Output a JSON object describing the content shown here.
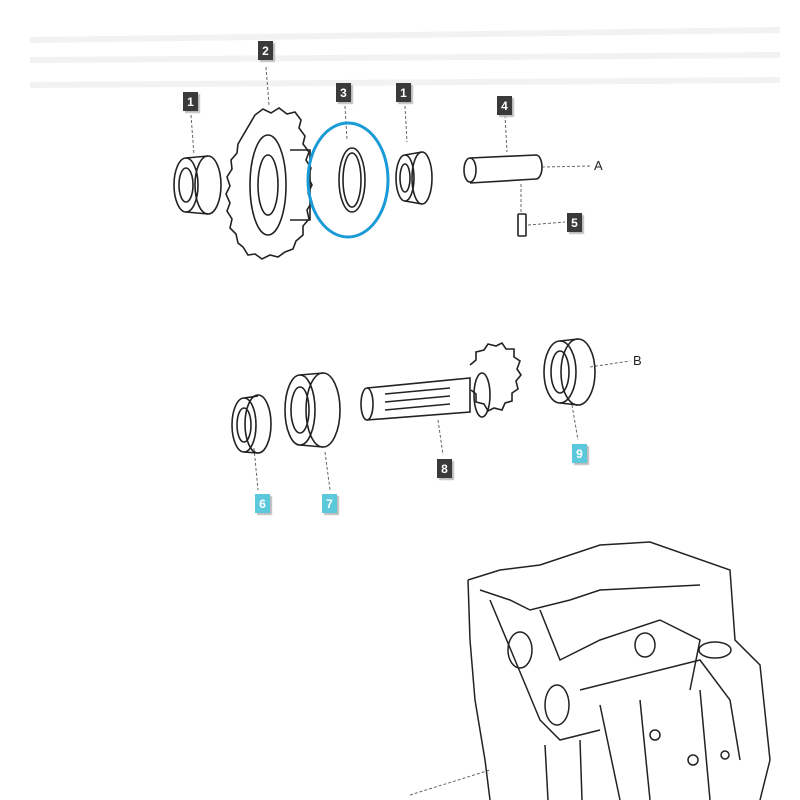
{
  "diagram": {
    "type": "exploded-parts-diagram",
    "highlight_color": "#1a9ad6",
    "label_dark_color": "#3a3a3a",
    "label_highlight_color": "#5bc8dc",
    "callouts": [
      {
        "id": "c1a",
        "text": "1",
        "style": "dark",
        "part": "bearing"
      },
      {
        "id": "c2",
        "text": "2",
        "style": "dark",
        "part": "gear"
      },
      {
        "id": "c3",
        "text": "3",
        "style": "dark",
        "part": "snap-ring",
        "highlighted": true
      },
      {
        "id": "c1b",
        "text": "1",
        "style": "dark",
        "part": "bearing"
      },
      {
        "id": "c4",
        "text": "4",
        "style": "dark",
        "part": "shaft-pin"
      },
      {
        "id": "c5",
        "text": "5",
        "style": "dark",
        "part": "small-pin"
      },
      {
        "id": "c6",
        "text": "6",
        "style": "cyan",
        "part": "seal-ring"
      },
      {
        "id": "c7",
        "text": "7",
        "style": "cyan",
        "part": "bearing"
      },
      {
        "id": "c8",
        "text": "8",
        "style": "dark",
        "part": "splined-pinion-shaft"
      },
      {
        "id": "c9",
        "text": "9",
        "style": "cyan",
        "part": "bearing"
      }
    ],
    "reference_letters": {
      "a": "A",
      "b": "B"
    }
  }
}
